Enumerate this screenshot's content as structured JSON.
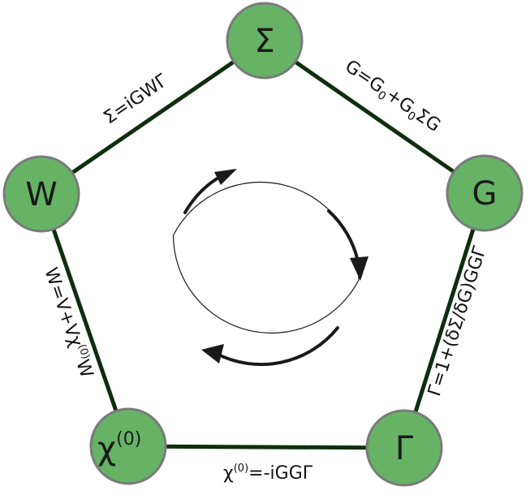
{
  "colors": {
    "node_fill": "#66b366",
    "node_stroke": "#7a7a7a",
    "edge": "#0e2e0e",
    "cycle_arrow": "#1a1a1a"
  },
  "nodes": {
    "sigma": {
      "label": "Σ"
    },
    "g": {
      "label": "G"
    },
    "gamma": {
      "label": "Γ"
    },
    "chi0": {
      "label": "χ",
      "sup": "(0)"
    },
    "w": {
      "label": "W"
    }
  },
  "equations": {
    "sigma_g": {
      "p1": "G=G",
      "s1": "0",
      "p2": "+G",
      "s2": "0",
      "p3": "ΣG"
    },
    "g_gamma": {
      "text": "Γ=1+(δΣ/δG)GGΓ"
    },
    "gamma_chi": {
      "p1": "χ",
      "sup": "(0)",
      "p2": "=-iGGΓ"
    },
    "chi_w": {
      "p1": "W=V+Vχ",
      "sup": "(0)",
      "p2": "W"
    },
    "w_sigma": {
      "text": "Σ=iGWΓ"
    }
  },
  "cycle": {
    "direction": "clockwise"
  }
}
